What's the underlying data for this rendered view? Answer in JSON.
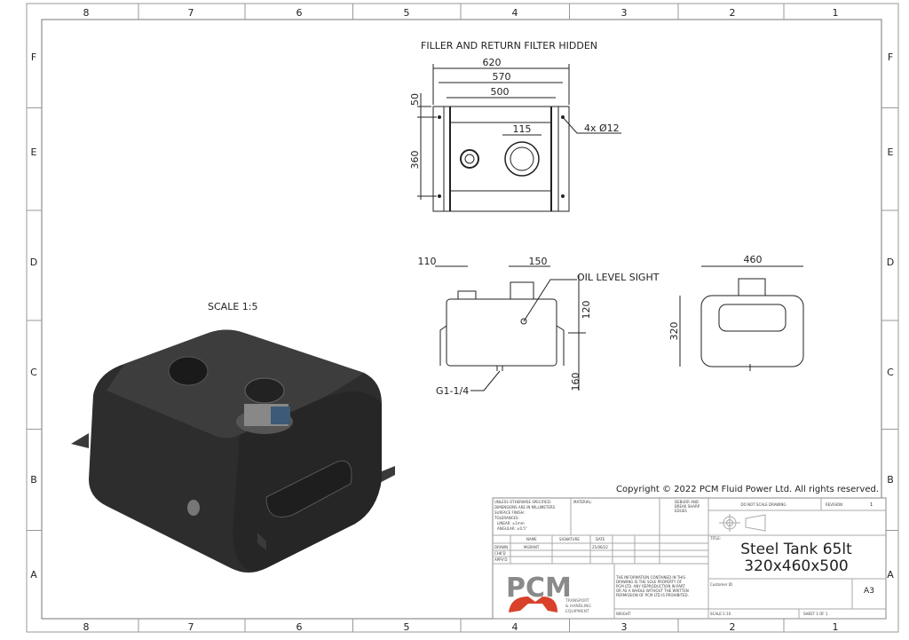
{
  "border": {
    "columns": [
      "8",
      "7",
      "6",
      "5",
      "4",
      "3",
      "2",
      "1"
    ],
    "rows": [
      "F",
      "E",
      "D",
      "C",
      "B",
      "A"
    ]
  },
  "top_view": {
    "note": "FILLER AND RETURN FILTER HIDDEN",
    "dims": {
      "w620": "620",
      "w570": "570",
      "w500": "500",
      "h50": "50",
      "h360": "360",
      "d115": "115",
      "holes": "4x Ø12"
    }
  },
  "side_view": {
    "dims": {
      "d110": "110",
      "d150": "150",
      "h120": "120",
      "h160": "160"
    },
    "oil_level": "OIL LEVEL SIGHT",
    "port": "G1-1/4"
  },
  "end_view": {
    "dims": {
      "w460": "460",
      "h320": "320"
    }
  },
  "iso_view": {
    "scale": "SCALE 1:5"
  },
  "copyright": "Copyright © 2022 PCM Fluid Power Ltd. All rights reserved.",
  "title_block": {
    "tolerances": [
      "UNLESS OTHERWISE SPECIFIED:",
      "DIMENSIONS ARE IN MILLIMETERS",
      "SURFACE FINISH:",
      "TOLERANCES:",
      "LINEAR: ±1mm",
      "ANGULAR: ±0.5°"
    ],
    "material_label": "MATERIAL:",
    "deburr": [
      "DEBURR AND",
      "BREAK SHARP",
      "EDGES"
    ],
    "do_not_scale": "DO NOT SCALE DRAWING",
    "revision_label": "REVISION",
    "revision": "1",
    "headers": {
      "name": "NAME",
      "signature": "SIGNATURE",
      "date": "DATE"
    },
    "rows": {
      "drawn": "DRAWN",
      "chkd": "CHK'D",
      "appvd": "APPV'D"
    },
    "drawn_name": "MGRANT",
    "drawn_date": "25/06/22",
    "title_label": "TITLE:",
    "title_line1": "Steel Tank 65lt",
    "title_line2": "320x460x500",
    "property_notice": [
      "THE INFORMATION CONTAINED IN THIS",
      "DRAWING IS THE SOLE PROPERTY OF",
      "PCM LTD.  ANY REPRODUCTION IN PART",
      "OR AS A WHOLE WITHOUT THE WRITTEN",
      "PERMISSION OF PCM LTD IS PROHIBITED."
    ],
    "customer_id_label": "Customer ID",
    "size": "A3",
    "weight_label": "WEIGHT:",
    "scale_label": "SCALE:1:10",
    "sheet_label": "SHEET 1 OF 1",
    "logo_text": "PCM",
    "logo_sub": [
      "TRANSPORT",
      "& HANDLING",
      "EQUIPMENT"
    ]
  },
  "colors": {
    "logo_red": "#d9412a",
    "logo_gray": "#8a8a8a",
    "tank": "#2d2d2d"
  }
}
